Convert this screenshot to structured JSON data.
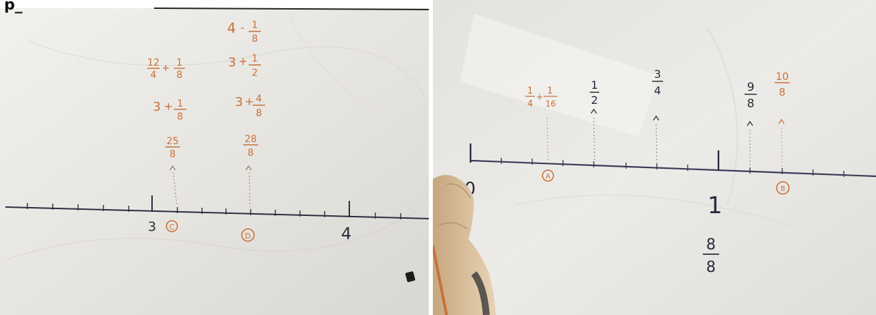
{
  "left_panel": {
    "top_fragment": "p_",
    "point_c": {
      "marker": "C",
      "expressions": [
        {
          "num": "12",
          "den": "4",
          "op": "+",
          "num2": "1",
          "den2": "8"
        },
        {
          "whole": "3",
          "op": "+",
          "num": "1",
          "den": "8"
        },
        {
          "num": "25",
          "den": "8"
        }
      ]
    },
    "point_d": {
      "marker": "D",
      "expressions": [
        {
          "whole": "4",
          "op": "-",
          "num": "1",
          "den": "8"
        },
        {
          "whole": "3",
          "op": "+",
          "num": "1",
          "den": "2"
        },
        {
          "whole": "3",
          "op": "+",
          "num": "4",
          "den": "8"
        },
        {
          "num": "28",
          "den": "8"
        }
      ]
    },
    "axis_labels": {
      "three": "3",
      "four": "4"
    }
  },
  "right_panel": {
    "point_a": {
      "marker": "A",
      "expression": {
        "num": "1",
        "den": "4",
        "op": "+",
        "num2": "1",
        "den2": "16"
      }
    },
    "top_fractions": [
      {
        "num": "1",
        "den": "2"
      },
      {
        "num": "3",
        "den": "4"
      },
      {
        "num": "9",
        "den": "8"
      }
    ],
    "point_b": {
      "marker": "B",
      "fraction": {
        "num": "10",
        "den": "8"
      }
    },
    "axis_labels": {
      "zero": "0",
      "one": "1"
    },
    "one_equivalent": {
      "num": "8",
      "den": "8"
    }
  },
  "colors": {
    "paper_left": "#e7e5e0",
    "paper_right": "#ebe9e6",
    "ink_dark": "#2a2a3a",
    "ink_orange": "#c8703a"
  }
}
